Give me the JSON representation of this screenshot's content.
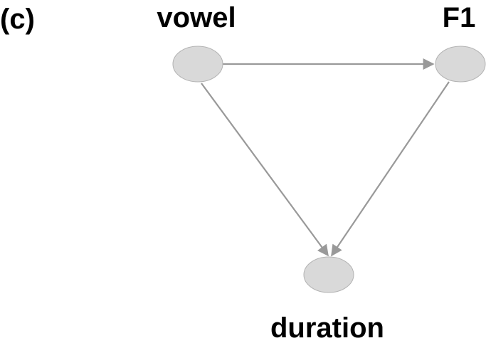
{
  "panel_label": "(c)",
  "colors": {
    "node_fill": "#d9d9d9",
    "node_stroke": "#b3b3b3",
    "edge": "#999999",
    "text": "#000000"
  },
  "nodes": {
    "vowel": {
      "label": "vowel"
    },
    "f1": {
      "label": "F1"
    },
    "duration": {
      "label": "duration"
    }
  },
  "edges": [
    {
      "from": "vowel",
      "to": "f1"
    },
    {
      "from": "vowel",
      "to": "duration"
    },
    {
      "from": "f1",
      "to": "duration"
    }
  ]
}
